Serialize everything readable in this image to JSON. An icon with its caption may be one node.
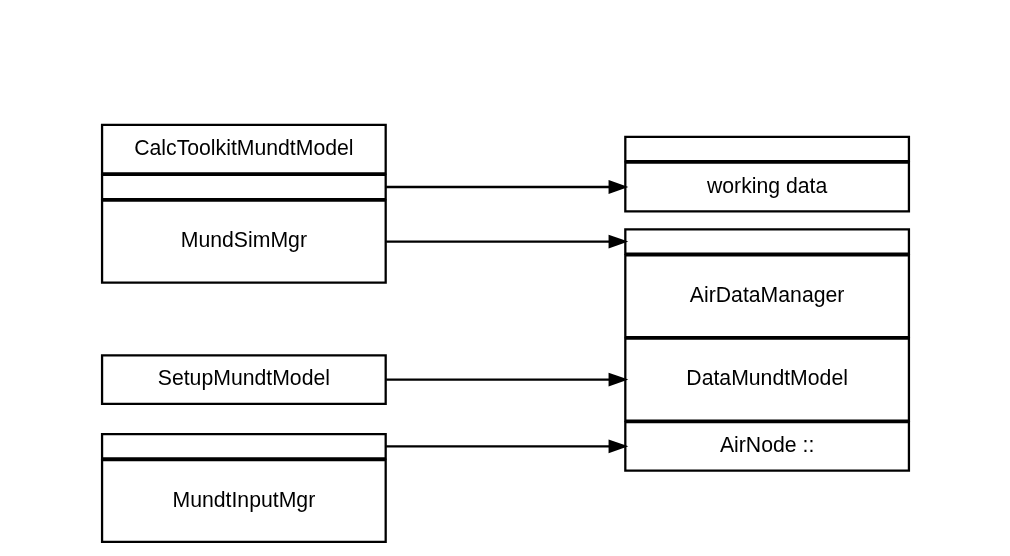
{
  "diagram": {
    "nodes": [
      {
        "text": [
          "MundtInputMgr"
        ]
      },
      {
        "text": [],
        "shape": "box"
      },
      {
        "text": [
          "SetupMundtModel"
        ]
      },
      {
        "text": [
          "AirDataManager"
        ]
      },
      {
        "text": [
          "AirNode ::"
        ]
      },
      {
        "text": [],
        "shape": "box"
      },
      {
        "text": [
          "MundSimMgr"
        ]
      },
      {
        "text": [],
        "shape": "box"
      },
      {
        "text": [
          "CalcToolkitMundtModel"
        ]
      },
      {
        "text": [
          "DataMundtModel"
        ]
      },
      {
        "text": [
          "working data"
        ]
      },
      {
        "text": [],
        "shape": "box"
      }
    ],
    "edges": [
      {
        "from": 1,
        "to": 4,
        "arrow": "to"
      },
      {
        "from": 2,
        "to": 9,
        "arrow": "to"
      },
      {
        "from": 6,
        "to": 5,
        "arrow": "to"
      },
      {
        "from": 7,
        "to": 10,
        "arrow": "to"
      }
    ]
  }
}
